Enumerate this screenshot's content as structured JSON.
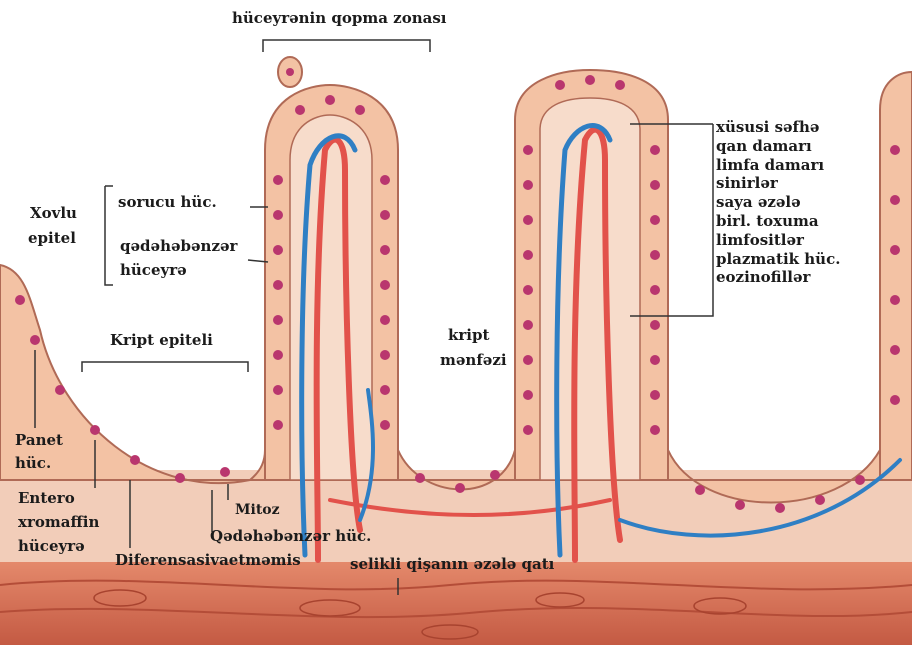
{
  "labels": {
    "shedding_zone": "hüceyrənin qopma zonası",
    "covering_epithelium": [
      "Xovlu",
      "epitel"
    ],
    "absorptive_cell": "sorucu hüc.",
    "goblet_cell_upper": [
      "qədəhəbənzər",
      "hüceyrə"
    ],
    "crypt_epithelium": "Kript epiteli",
    "crypt_lumen": [
      "kript",
      "mənfəzi"
    ],
    "paneth_cell": [
      "Panet",
      "hüc."
    ],
    "enterochromaffin_cell": [
      "Entero",
      "xromaffin",
      "hüceyrə"
    ],
    "undifferentiated": "Diferensasivaetməmis",
    "mitosis": "Mitoz",
    "goblet_cell_lower": "Qədəhəbənzər hüc.",
    "muscularis_mucosae": "selikli qişanın əzələ qatı"
  },
  "lamina_propria_list": [
    "xüsusi səfhə",
    "qan damarı",
    "limfa damarı",
    "sinirlər",
    "saya əzələ",
    "birl. toxuma",
    "limfositlər",
    "plazmatik hüc.",
    "eozinofillər"
  ],
  "colors": {
    "epithelium_cell": "#f3c2a4",
    "cell_border": "#b06a56",
    "nucleus": "#b9366e",
    "blood_vessel": "#e2524b",
    "lymph_vessel": "#2f7fc4",
    "lamina_propria": "#f7dccb",
    "muscle_layer": "#d9735a"
  }
}
